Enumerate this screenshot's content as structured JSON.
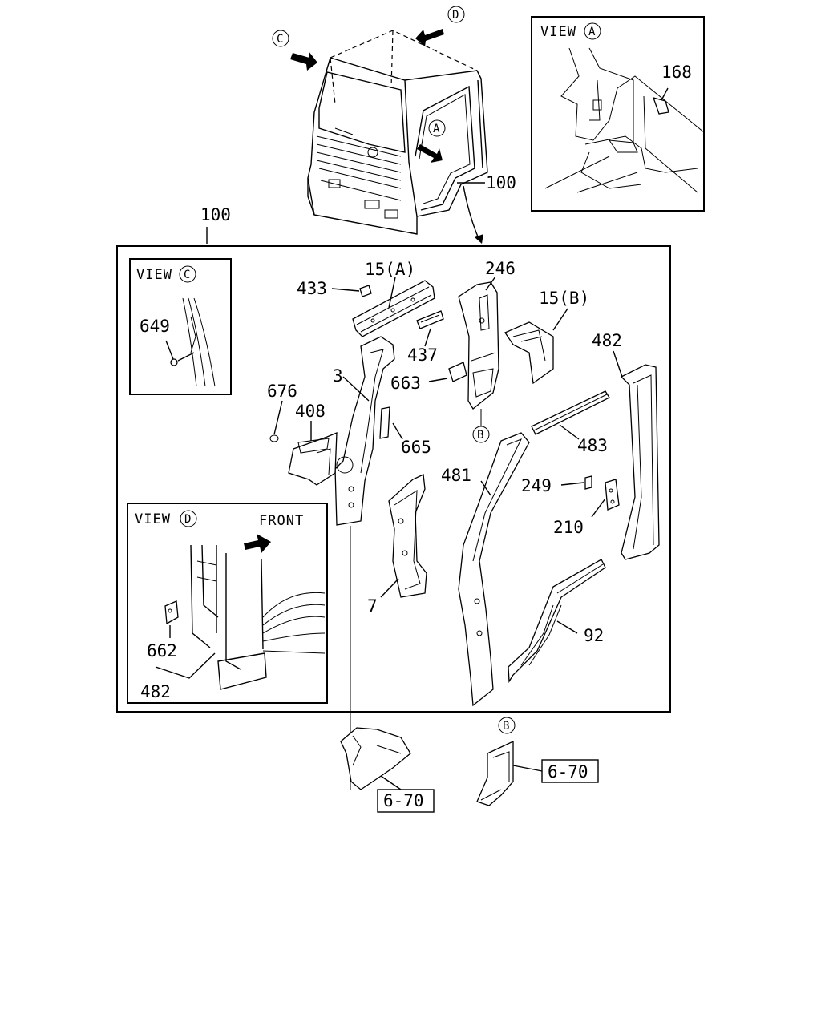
{
  "labels": {
    "p100_top": "100",
    "p100_frame": "100",
    "p15a": "15(A)",
    "p246": "246",
    "p433": "433",
    "p15b": "15(B)",
    "p437": "437",
    "p482": "482",
    "p3": "3",
    "p663": "663",
    "p676": "676",
    "p408": "408",
    "p665": "665",
    "p483": "483",
    "p481": "481",
    "p249": "249",
    "p210": "210",
    "p7": "7",
    "p92": "92",
    "p649": "649",
    "p168": "168",
    "p662": "662",
    "p482_viewd": "482",
    "ref_left": "6-70",
    "ref_right": "6-70"
  },
  "views": {
    "a": "VIEW",
    "c": "VIEW",
    "d": "VIEW",
    "front": "FRONT"
  },
  "markers": {
    "a": "A",
    "b": "B",
    "c": "C",
    "d": "D"
  },
  "colors": {
    "line": "#000000",
    "background": "#ffffff"
  }
}
